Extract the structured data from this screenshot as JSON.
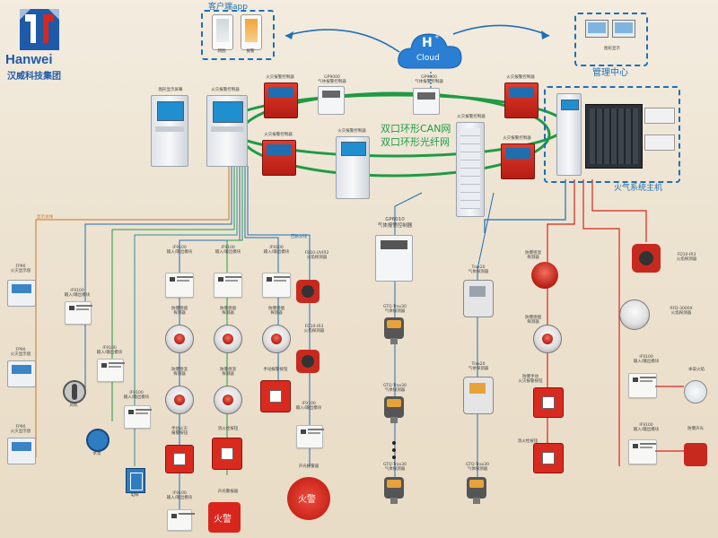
{
  "logo": {
    "brand": "Hanwei",
    "company": "汉威科技集团"
  },
  "top": {
    "client_app": "客户端app",
    "phone_labels": [
      "网图",
      "报警"
    ],
    "cloud_label": "Cloud",
    "cloud_mark": "H",
    "mgmt_center": "管理中心",
    "mgmt_caption": "图形显示"
  },
  "network": {
    "can_label": "双口环形CAN网",
    "fiber_label": "双口环形光纤网",
    "host_label": "火气系统主机"
  },
  "workstations": {
    "ws1": "图形显示屏幕",
    "ws2": "火灾报警控制器",
    "panel_tl": "火灾报警控制器",
    "panel_gp": "GP9000\n气体报警控制器",
    "panel_gp2": "GP9000\n气体报警控制器",
    "panel_tr": "火灾报警控制器",
    "panel_ml": "火灾报警控制器",
    "panel_mid": "火灾报警控制器",
    "panel_rack": "火灾报警控制器",
    "panel_mr": "火灾报警控制器"
  },
  "left_column": {
    "bus_label": "显示总线",
    "fp90_1": "FP90\n火灾显示盘",
    "fp90_2": "FP90\n火灾显示盘",
    "fp90_3": "FP90\n火灾显示盘",
    "if9100_a": "IF9100\n输入/输出模块",
    "fan_label": "风机",
    "if9100_b": "IF9100\n输入/输出模块",
    "pump_label": "水泵",
    "if9100_c": "IF9100\n输入/输出模块",
    "elevator_label": "电梯"
  },
  "col2": {
    "if9100": "IF9100\n输入/输出模块",
    "det1": "防爆感烟\n探测器",
    "det2": "防爆感温\n探测器",
    "mcp": "手动火灾\n报警按钮",
    "if9100_2": "IF9100\n输入/输出模块"
  },
  "col3": {
    "if9100": "IF9100\n输入/输出模块",
    "det1": "防爆感烟\n探测器",
    "det2": "防爆感温\n探测器",
    "hydrant": "消火栓按钮",
    "sounder": "声光警报器"
  },
  "col4": {
    "if9100": "IF9100\n输入/输出模块",
    "det1": "防爆感烟\n探测器",
    "mcp": "手动报警按钮"
  },
  "col5": {
    "bus_tag": "回路总线",
    "flame1": "FB10-UVIR2\n火焰探测器",
    "flame2": "FD10-IR3\n火焰探测器",
    "if9100": "IF9100\n输入/输出模块",
    "sounder_label": "声光报警器",
    "sounder_text": "火警"
  },
  "col2_bottom": {
    "sounder_text": "火警"
  },
  "gas": {
    "controller": "GP6010\n气体报警控制器",
    "gtq1": "GTQ-Trax30\n气体探测器",
    "gtq2": "GTQ-Trax30\n气体探测器",
    "gtq3": "GTQ-Trax30\n气体探测器",
    "trax20_1": "Trax20\n气体探测器",
    "trax20_2": "Trax20\n气体探测器",
    "gtq4": "GTQ-Trax30\n气体探测器"
  },
  "right_mid": {
    "det1": "防爆感温\n探测器",
    "det2": "防爆感烟\n探测器",
    "mcp": "防爆手动\n火灾报警按钮",
    "hydrant": "消火栓按钮"
  },
  "right": {
    "flame1": "FD10-IR3\n火焰探测器",
    "flame2": "RFD-3000X\n火焰探测器",
    "if9100_1": "IF9100\n输入/输出模块",
    "beacon": "本安火焰",
    "if9100_2": "IF9100\n输入/输出模块",
    "strobe": "防爆声光"
  },
  "colors": {
    "blue": "#1e6fb5",
    "green": "#1f9a45",
    "red": "#d9261c",
    "orange": "#c9762e",
    "teal": "#2a8f9a"
  }
}
